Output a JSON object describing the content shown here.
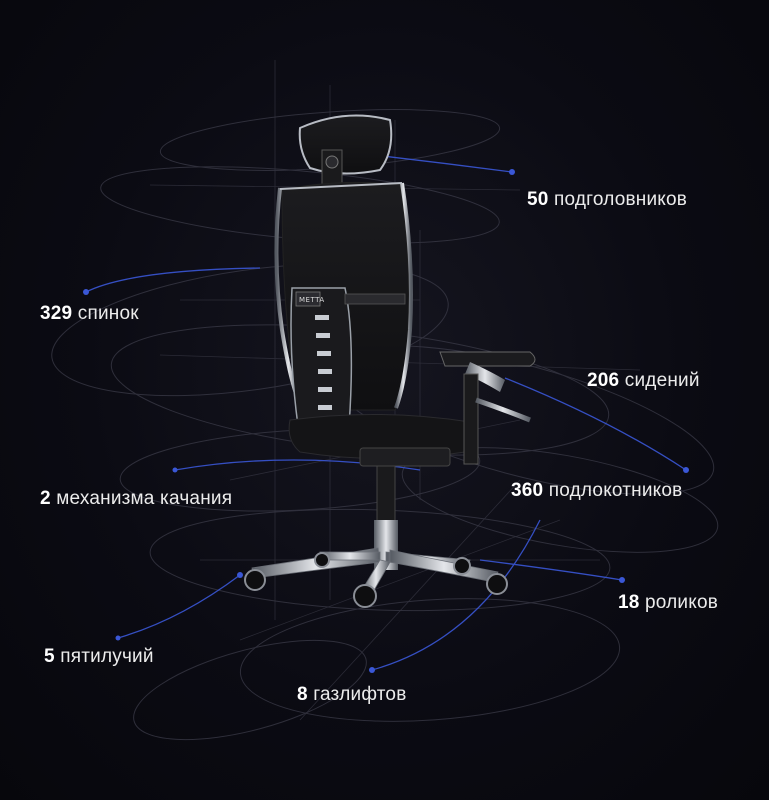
{
  "colors": {
    "background": "#0a0a12",
    "accent_blue": "#3a57d6",
    "chair_black": "#111111",
    "chrome": "#b8bcc4",
    "text": "#ececec"
  },
  "logo": {
    "text": "METTA"
  },
  "stats": [
    {
      "id": "headrests",
      "number": "50",
      "label": "подголовников"
    },
    {
      "id": "backs",
      "number": "329",
      "label": "спинок"
    },
    {
      "id": "seats",
      "number": "206",
      "label": "сидений"
    },
    {
      "id": "tilts",
      "number": "2",
      "label": "механизма качания"
    },
    {
      "id": "armrests",
      "number": "360",
      "label": "подлокотников"
    },
    {
      "id": "casters",
      "number": "18",
      "label": "роликов"
    },
    {
      "id": "bases",
      "number": "5",
      "label": "пятилучий"
    },
    {
      "id": "gaslifts",
      "number": "8",
      "label": "газлифтов"
    }
  ]
}
